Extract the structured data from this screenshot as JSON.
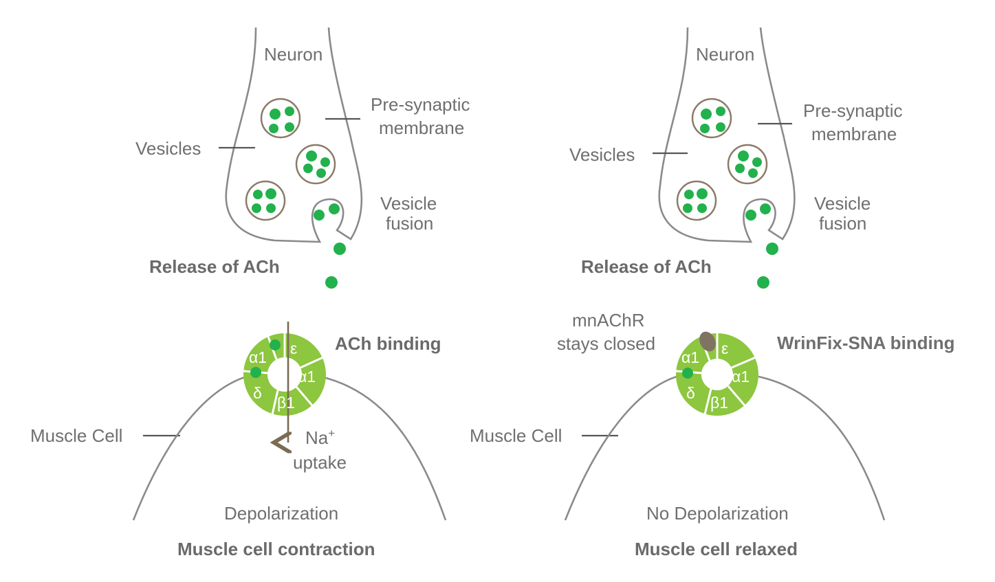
{
  "colors": {
    "outline": "#8a8a8a",
    "vesicle_border": "#8b7b68",
    "ach": "#22b14c",
    "receptor": "#8dc63f",
    "receptor_dark": "#7db235",
    "arrow": "#7a6b52",
    "blocker": "#7f7362",
    "wrinfix": "#4fb060"
  },
  "left": {
    "neuron": "Neuron",
    "presynaptic_1": "Pre-synaptic",
    "presynaptic_2": "membrane",
    "vesicles": "Vesicles",
    "vesicle_fusion_1": "Vesicle",
    "vesicle_fusion_2": "fusion",
    "release": "Release of ACh",
    "binding": "ACh binding",
    "muscle_cell": "Muscle Cell",
    "na": "Na",
    "na_sup": "+",
    "uptake": "uptake",
    "depolarization": "Depolarization",
    "outcome": "Muscle cell contraction",
    "subunits": {
      "eps": "ε",
      "a1_top": "α1",
      "a1_right": "α1",
      "delta": "δ",
      "b1": "β1"
    }
  },
  "right": {
    "neuron": "Neuron",
    "presynaptic_1": "Pre-synaptic",
    "presynaptic_2": "membrane",
    "vesicles": "Vesicles",
    "vesicle_fusion_1": "Vesicle",
    "vesicle_fusion_2": "fusion",
    "release": "Release of ACh",
    "closed_1": "mnAChR",
    "closed_2": "stays closed",
    "binding": "WrinFix-SNA binding",
    "muscle_cell": "Muscle Cell",
    "depolarization": "No Depolarization",
    "outcome": "Muscle cell relaxed",
    "subunits": {
      "eps": "ε",
      "a1_top": "α1",
      "a1_right": "α1",
      "delta": "δ",
      "b1": "β1"
    }
  }
}
